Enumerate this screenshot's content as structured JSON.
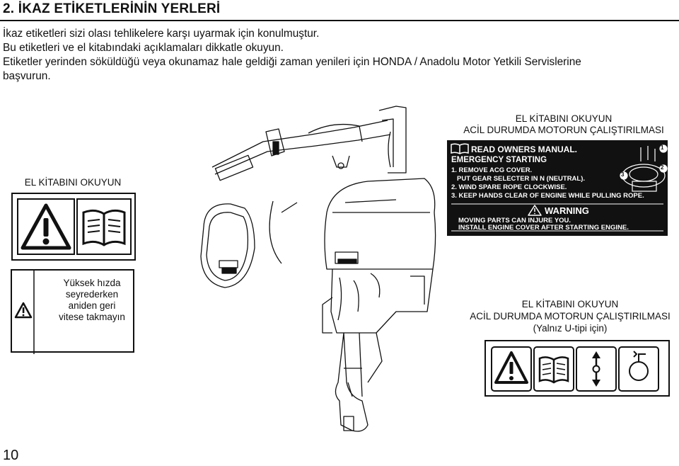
{
  "heading": "2. İKAZ ETİKETLERİNİN YERLERİ",
  "intro_lines": [
    "İkaz etiketleri sizi olası tehlikelere karşı uyarmak için konulmuştur.",
    "Bu etiketleri ve el kitabındaki açıklamaları dikkatle okuyun.",
    "Etiketler yerinden söküldüğü veya okunamaz hale geldiği zaman yenileri için HONDA / Anadolu Motor Yetkili Servislerine",
    "başvurun."
  ],
  "label_left": {
    "caption": "EL KİTABINI OKUYUN",
    "icons": [
      "warning-icon",
      "manual-icon"
    ]
  },
  "label_top_right": {
    "caption_line1": "EL KİTABINI OKUYUN",
    "caption_line2": "ACİL DURUMDA MOTORUN ÇALIŞTIRILMASI",
    "read_manual": "READ OWNERS MANUAL.",
    "emergency_title": "EMERGENCY STARTING",
    "steps": [
      "1. REMOVE ACG COVER.",
      "PUT GEAR SELECTER IN N (NEUTRAL).",
      "2. WIND SPARE ROPE CLOCKWISE.",
      "3. KEEP HANDS CLEAR OF ENGINE WHILE PULLING ROPE."
    ],
    "callouts": [
      "1",
      "2",
      "3"
    ],
    "warning_title": "WARNING",
    "warning_line1": "MOVING  PARTS  CAN  INJURE  YOU.",
    "warning_line2": "INSTALL  ENGINE  COVER  AFTER  STARTING  ENGINE."
  },
  "label_speed": {
    "lines": [
      "Yüksek hızda",
      "seyrederken",
      "aniden geri",
      "vitese takmayın"
    ]
  },
  "label_bottom_right": {
    "caption_line1": "EL KİTABINI OKUYUN",
    "caption_line2": "ACİL DURUMDA MOTORUN ÇALIŞTIRILMASI",
    "caption_line3": "(Yalnız U-tipi için)",
    "icons": [
      "warning-icon",
      "manual-icon",
      "gear-shift-icon",
      "pull-rope-icon"
    ]
  },
  "page_number": "10"
}
